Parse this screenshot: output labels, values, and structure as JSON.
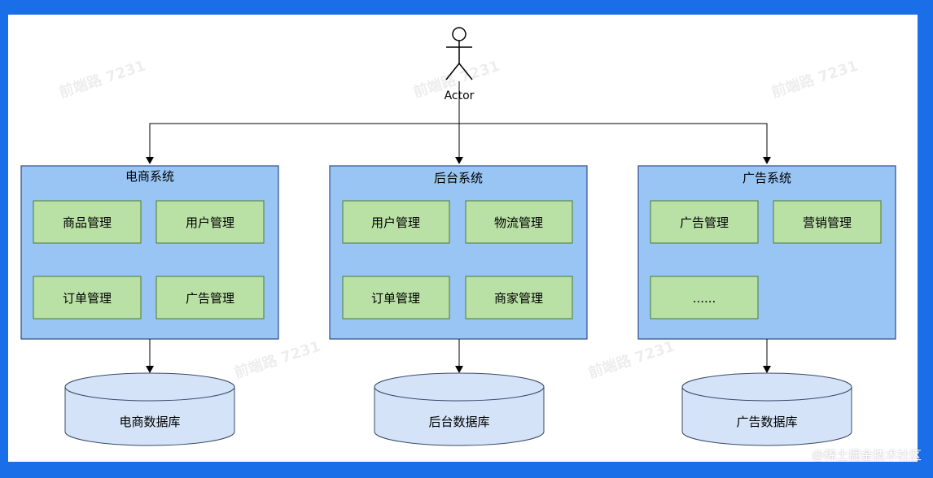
{
  "actor": {
    "label": "Actor"
  },
  "systems": [
    {
      "title": "电商系统",
      "modules": [
        "商品管理",
        "用户管理",
        "订单管理",
        "广告管理"
      ],
      "database": "电商数据库"
    },
    {
      "title": "后台系统",
      "modules": [
        "用户管理",
        "物流管理",
        "订单管理",
        "商家管理"
      ],
      "database": "后台数据库"
    },
    {
      "title": "广告系统",
      "modules": [
        "广告管理",
        "营销管理",
        "......"
      ],
      "database": "广告数据库"
    }
  ],
  "watermark": "稀土掘金技术社区",
  "watermark_tag": "前端路 7231",
  "colors": {
    "frame": "#1a6ee8",
    "system_fill": "#99c5f5",
    "system_stroke": "#2c4a8c",
    "module_fill": "#b9e0a5",
    "module_stroke": "#4d7a2f",
    "db_fill": "#d4e3f7",
    "db_stroke": "#3a4a66"
  }
}
